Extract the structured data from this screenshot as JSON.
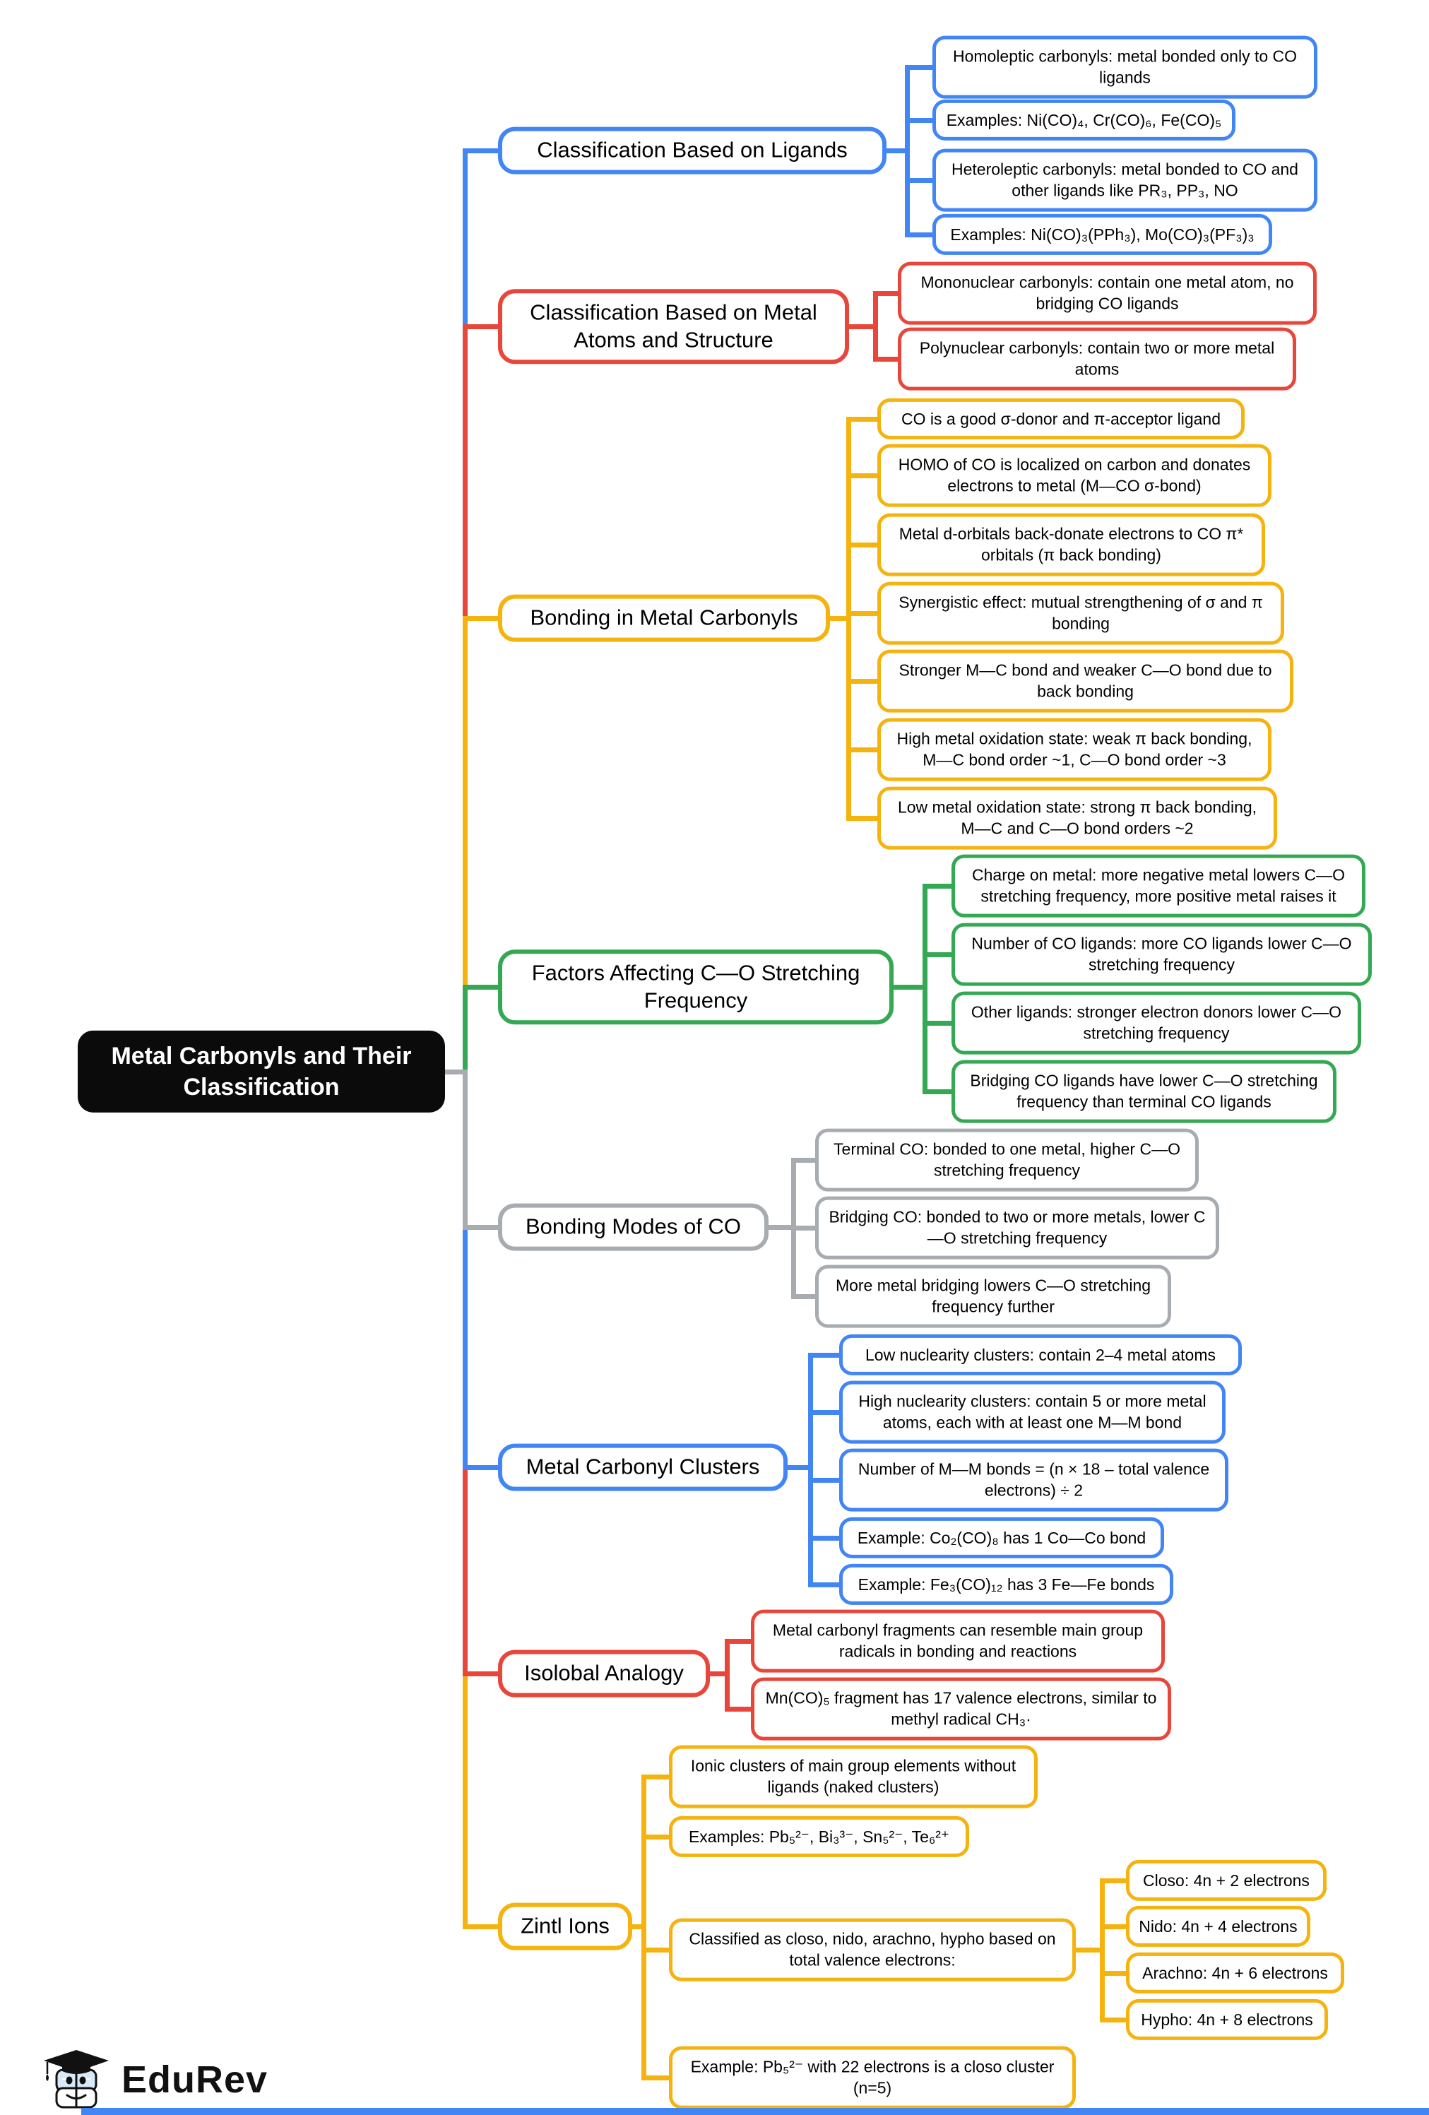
{
  "root": {
    "title": "Metal Carbonyls and Their Classification"
  },
  "footer": {
    "logo_text": "EduRev"
  },
  "colors": {
    "blue": "#4285f4",
    "red": "#e8463a",
    "yellow": "#f5b310",
    "green": "#34a853",
    "gray": "#a8acb0",
    "root_bg": "#0b0b0b",
    "footer_bar": "#4285f4"
  },
  "sections": [
    {
      "label": "Classification Based on Ligands",
      "color": "blue",
      "children": [
        {
          "text": "Homoleptic carbonyls: metal bonded only to CO ligands"
        },
        {
          "text": "Examples: Ni(CO)₄, Cr(CO)₆, Fe(CO)₅"
        },
        {
          "text": "Heteroleptic carbonyls: metal bonded to CO and other ligands like PR₃, PP₃, NO"
        },
        {
          "text": "Examples: Ni(CO)₃(PPh₃), Mo(CO)₃(PF₃)₃"
        }
      ]
    },
    {
      "label": "Classification Based on Metal Atoms and Structure",
      "color": "red",
      "children": [
        {
          "text": "Mononuclear carbonyls: contain one metal atom, no bridging CO ligands"
        },
        {
          "text": "Polynuclear carbonyls: contain two or more metal atoms"
        }
      ]
    },
    {
      "label": "Bonding in Metal Carbonyls",
      "color": "yellow",
      "children": [
        {
          "text": "CO is a good σ-donor and π-acceptor ligand"
        },
        {
          "text": "HOMO of CO is localized on carbon and donates electrons to metal (M—CO σ-bond)"
        },
        {
          "text": "Metal d-orbitals back-donate electrons to CO π* orbitals (π back bonding)"
        },
        {
          "text": "Synergistic effect: mutual strengthening of σ and π bonding"
        },
        {
          "text": "Stronger M—C bond and weaker C—O bond due to back bonding"
        },
        {
          "text": "High metal oxidation state: weak π back bonding, M—C bond order ~1, C—O bond order ~3"
        },
        {
          "text": "Low metal oxidation state: strong π back bonding, M—C and C—O bond orders ~2"
        }
      ]
    },
    {
      "label": "Factors Affecting C—O Stretching Frequency",
      "color": "green",
      "children": [
        {
          "text": "Charge on metal: more negative metal lowers C—O stretching frequency, more positive metal raises it"
        },
        {
          "text": "Number of CO ligands: more CO ligands lower C—O stretching frequency"
        },
        {
          "text": "Other ligands: stronger electron donors lower C—O stretching frequency"
        },
        {
          "text": "Bridging CO ligands have lower C—O stretching frequency than terminal CO ligands"
        }
      ]
    },
    {
      "label": "Bonding Modes of CO",
      "color": "gray",
      "children": [
        {
          "text": "Terminal CO: bonded to one metal, higher C—O stretching frequency"
        },
        {
          "text": "Bridging CO: bonded to two or more metals, lower C—O stretching frequency"
        },
        {
          "text": "More metal bridging lowers C—O stretching frequency further"
        }
      ]
    },
    {
      "label": "Metal Carbonyl Clusters",
      "color": "blue",
      "children": [
        {
          "text": "Low nuclearity clusters: contain 2–4 metal atoms"
        },
        {
          "text": "High nuclearity clusters: contain 5 or more metal atoms, each with at least one M—M bond"
        },
        {
          "text": "Number of M—M bonds = (n × 18 – total valence electrons) ÷ 2"
        },
        {
          "text": "Example: Co₂(CO)₈ has 1 Co—Co bond"
        },
        {
          "text": "Example: Fe₃(CO)₁₂ has 3 Fe—Fe bonds"
        }
      ]
    },
    {
      "label": "Isolobal Analogy",
      "color": "red",
      "children": [
        {
          "text": "Metal carbonyl fragments can resemble main group radicals in bonding and reactions"
        },
        {
          "text": "Mn(CO)₅ fragment has 17 valence electrons, similar to methyl radical CH₃·"
        }
      ]
    },
    {
      "label": "Zintl Ions",
      "color": "yellow",
      "children": [
        {
          "text": "Ionic clusters of main group elements without ligands (naked clusters)"
        },
        {
          "text": "Examples: Pb₅²⁻, Bi₃³⁻, Sn₅²⁻, Te₆²⁺"
        },
        {
          "text": "Classified as closo, nido, arachno, hypho based on total valence electrons:",
          "children": [
            {
              "text": "Closo: 4n + 2 electrons"
            },
            {
              "text": "Nido: 4n + 4 electrons"
            },
            {
              "text": "Arachno: 4n + 6 electrons"
            },
            {
              "text": "Hypho: 4n + 8 electrons"
            }
          ]
        },
        {
          "text": "Example: Pb₅²⁻ with 22 electrons is a closo cluster (n=5)"
        }
      ]
    }
  ]
}
